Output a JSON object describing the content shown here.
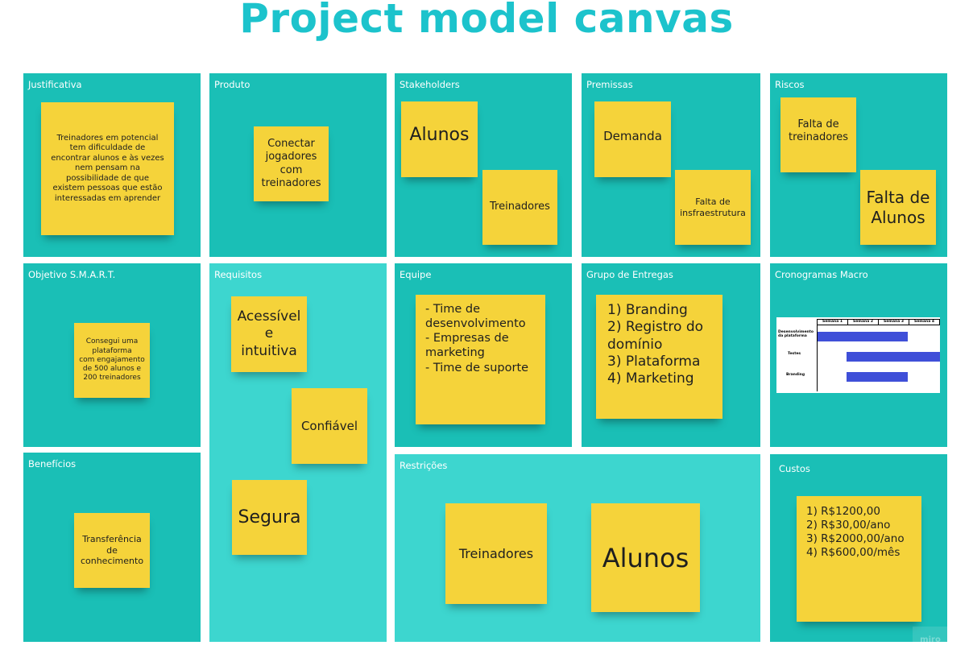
{
  "title": "Project model canvas",
  "panels": {
    "justificativa": "Justificativa",
    "produto": "Produto",
    "stakeholders": "Stakeholders",
    "premissas": "Premissas",
    "riscos": "Riscos",
    "objetivo": "Objetivo S.M.A.R.T.",
    "requisitos": "Requisitos",
    "equipe": "Equipe",
    "entregas": "Grupo de Entregas",
    "cronogramas": "Cronogramas Macro",
    "beneficios": "Benefícios",
    "restricoes": "Restrições",
    "custos": "Custos"
  },
  "notes": {
    "justificativa": "Treinadores em potencial\ntem dificuldade de\nencontrar alunos e às vezes\nnem pensam na\npossibilidade de que\nexistem pessoas que estão\ninteressadas em aprender",
    "produto": "Conectar\njogadores\ncom\ntreinadores",
    "stake_alunos": "Alunos",
    "stake_treinadores": "Treinadores",
    "prem_demanda": "Demanda",
    "prem_infra": "Falta de\ninsfraestrutura",
    "risco_treinadores": "Falta de\ntreinadores",
    "risco_alunos": "Falta de\nAlunos",
    "objetivo": "Consegui uma\nplataforma\ncom engajamento\nde 500 alunos e\n200 treinadores",
    "req_acessivel": "Acessível\ne\nintuitiva",
    "req_confiavel": "Confiável",
    "req_segura": "Segura",
    "equipe": "- Time de\ndesenvolvimento\n- Empresas de\nmarketing\n- Time de suporte",
    "entregas": "1) Branding\n2) Registro do\ndomínio\n3) Plataforma\n4) Marketing",
    "beneficios": "Transferência\nde\nconhecimento",
    "restr_treinadores": "Treinadores",
    "restr_alunos": "Alunos",
    "custos": "1) R$1200,00\n2) R$30,00/ano\n3) R$2000,00/ano\n4) R$600,00/mês"
  },
  "gantt": {
    "headers": [
      "Semana 1",
      "Semana 2",
      "Semana 3",
      "Semana 4"
    ],
    "rows": [
      {
        "label": "Desenvolvimento da plataforma",
        "start": 0,
        "end": 2.95
      },
      {
        "label": "Testes",
        "start": 0.95,
        "end": 4
      },
      {
        "label": "Branding",
        "start": 0.95,
        "end": 2.95
      }
    ],
    "bar_color": "#3f4fd8"
  },
  "watermark": "miro",
  "colors": {
    "title": "#1cc3cc",
    "panel": "#1abfb6",
    "panel_light": "#3dd6cf",
    "sticky": "#f5d33a"
  }
}
